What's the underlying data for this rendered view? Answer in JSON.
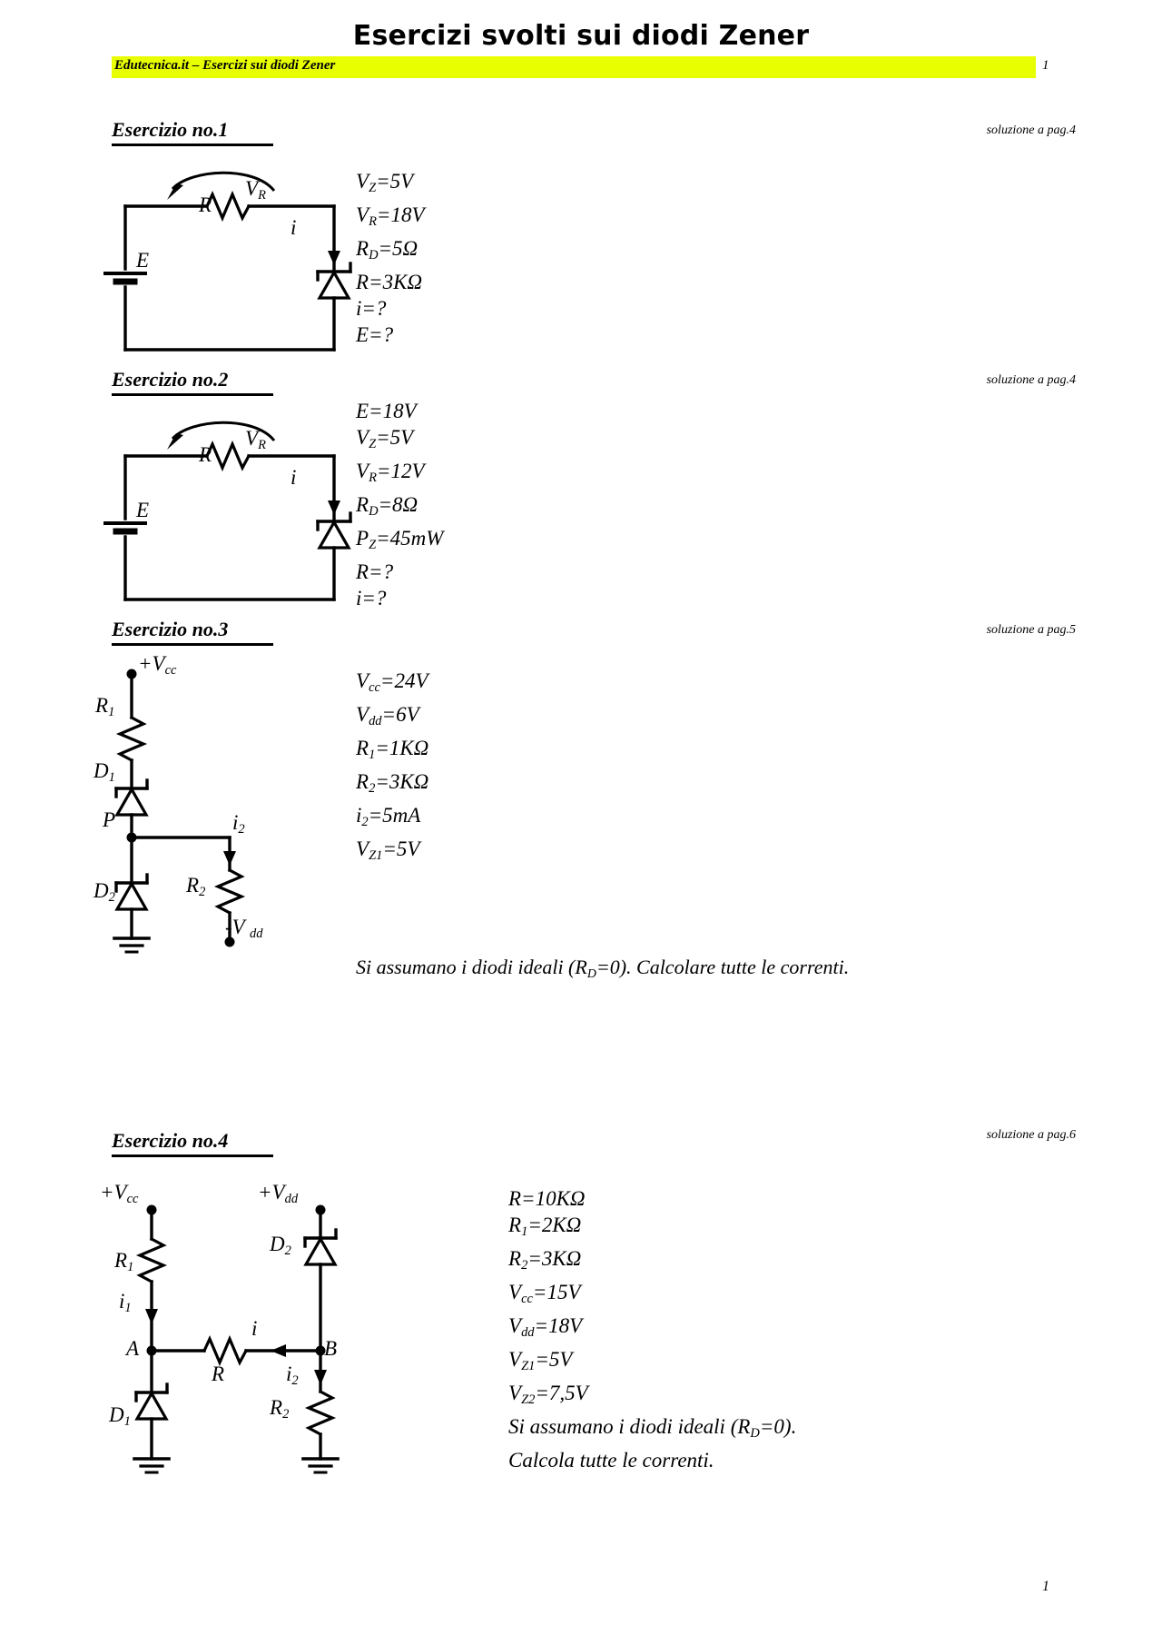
{
  "document": {
    "title": "Esercizi svolti sui diodi Zener",
    "header_text": "Edutecnica.it – Esercizi sui diodi Zener",
    "header_page_number": "1",
    "footer_page_number": "1",
    "highlight_color": "#E8FF00"
  },
  "exercises": [
    {
      "heading": "Esercizio no.1",
      "solution_ref": "soluzione a pag.4",
      "formulas": [
        "VZ=5V",
        "VR=18V",
        "RD=5Ω",
        "R=3KΩ",
        "i=?",
        "E=?"
      ],
      "circuit_labels": {
        "source": "E",
        "resistor": "R",
        "voltage_arrow": "VR",
        "current": "i"
      }
    },
    {
      "heading": "Esercizio no.2",
      "solution_ref": "soluzione a pag.4",
      "formulas": [
        "E=18V",
        "VZ=5V",
        "VR=12V",
        "RD=8Ω",
        "PZ=45mW",
        "R=?",
        "i=?"
      ],
      "circuit_labels": {
        "source": "E",
        "resistor": "R",
        "voltage_arrow": "VR",
        "current": "i"
      }
    },
    {
      "heading": "Esercizio no.3",
      "solution_ref": "soluzione a pag.5",
      "formulas": [
        "Vcc=24V",
        "Vdd=6V",
        "R1=1KΩ",
        "R2=3KΩ",
        "i2=5mA",
        "VZ1=5V"
      ],
      "note": "Si assumano i diodi ideali (RD=0). Calcolare tutte le correnti.",
      "circuit_labels": {
        "supply_top": "+Vcc",
        "supply_bottom": "-Vdd",
        "r1": "R1",
        "r2": "R2",
        "d1": "D1",
        "d2": "D2",
        "node_p": "P",
        "current_i2": "i2"
      }
    },
    {
      "heading": "Esercizio no.4",
      "solution_ref": "soluzione a pag.6",
      "formulas": [
        "R=10KΩ",
        "R1=2KΩ",
        "R2=3KΩ",
        "Vcc=15V",
        "Vdd=18V",
        "VZ1=5V",
        "VZ2=7,5V"
      ],
      "notes": [
        "Si assumano i diodi ideali (RD=0).",
        "Calcola tutte le correnti."
      ],
      "circuit_labels": {
        "supply_left": "+Vcc",
        "supply_right": "+Vdd",
        "r": "R",
        "r1": "R1",
        "r2": "R2",
        "d1": "D1",
        "d2": "D2",
        "node_a": "A",
        "node_b": "B",
        "current_i": "i",
        "current_i1": "i1",
        "current_i2": "i2"
      }
    }
  ]
}
